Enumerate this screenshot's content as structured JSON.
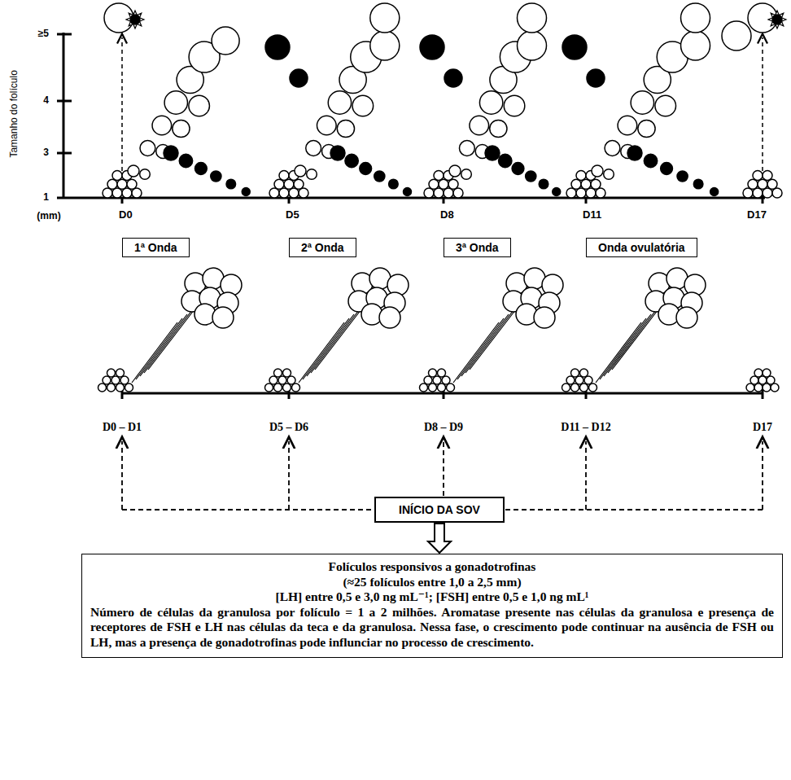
{
  "diagram": {
    "nodes": [
      {
        "text": [
          "1ª Onda"
        ]
      },
      {
        "text": [
          "2ª Onda"
        ]
      },
      {
        "text": [
          "3ª Onda"
        ]
      },
      {
        "text": [
          "Onda ovulatória"
        ]
      },
      {
        "text": [
          "INÍCIO DA SOV"
        ]
      },
      {
        "text": [
          "Folículos responsivos a gonadotrofinas",
          "(≈25 folículos entre 1,0 a 2,5 mm)",
          "[LH] entre 0,5 e 3,0 ng mL⁻¹; [FSH] entre 0,5 e 1,0 ng mL¹",
          "Número de células da granulosa por folículo = 1 a 2 milhões. Aromatase presente nas células da granulosa e presença de receptores de FSH e LH nas células da teca e da granulosa. Nessa fase, o crescimento pode continuar na ausência de FSH ou LH, mas a presença de gonadotrofinas pode influnciar no processo de crescimento."
        ]
      }
    ],
    "edges": [
      {
        "from": 4,
        "to": 5,
        "arrow": "to"
      }
    ],
    "labels": [
      "Tamanho do folículo",
      "≥5",
      "4",
      "3",
      "1",
      "(mm)",
      "D0",
      "D5",
      "D8",
      "D11",
      "D17",
      "D0 – D1",
      "D5 – D6",
      "D8 – D9",
      "D11 – D12",
      "D17"
    ]
  }
}
